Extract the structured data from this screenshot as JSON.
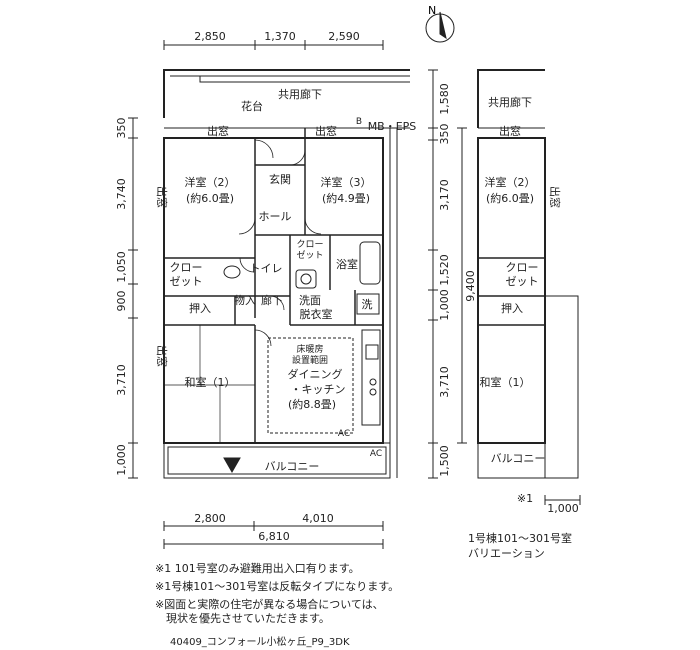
{
  "dims": {
    "top": [
      "2,850",
      "1,370",
      "2,590"
    ],
    "bottom": [
      "2,800",
      "4,010"
    ],
    "bottom_total": "6,810",
    "left": [
      "350",
      "3,740",
      "1,050",
      "900",
      "3,710",
      "1,000"
    ],
    "middle": [
      "1,580",
      "350",
      "3,170",
      "1,520",
      "1,000",
      "3,710",
      "1,500"
    ],
    "middle_total": "9,400",
    "variation_bottom": "1,000"
  },
  "rooms": {
    "corridor": "共用廊下",
    "hanadai": "花台",
    "demado1": "出窓",
    "demado2": "出窓",
    "demado3": "出窓",
    "demado4": "出窓",
    "mbeps": "MB・EPS",
    "mb_b": "B",
    "western2_a": "洋室（2）",
    "western2_b": "(約6.0畳)",
    "genkan": "玄関",
    "hall": "ホール",
    "western3_a": "洋室（3）",
    "western3_b": "(約4.9畳)",
    "closet_a": "クロー",
    "closet_b": "ゼット",
    "closet2_a": "クロー",
    "closet2_b": "ゼット",
    "toilet": "トイレ",
    "bath": "浴室",
    "oshiire": "押入",
    "monoire": "物入",
    "rouka": "廊下",
    "senmen_a": "洗面",
    "senmen_b": "脱衣室",
    "sen": "洗",
    "floorheat_a": "床暖房",
    "floorheat_b": "設置範囲",
    "washitsu": "和室（1）",
    "dk_a": "ダイニング",
    "dk_b": "・キッチン",
    "dk_c": "(約8.8畳)",
    "ac1": "AC",
    "ac2": "AC",
    "balcony": "バルコニー"
  },
  "variation": {
    "corridor": "共用廊下",
    "demado_top": "出窓",
    "demado_side": "出窓",
    "western2_a": "洋室（2）",
    "western2_b": "(約6.0畳)",
    "closet_a": "クロー",
    "closet_b": "ゼット",
    "oshiire": "押入",
    "washitsu": "和室（1）",
    "balcony": "バルコニー",
    "mark": "※1",
    "caption1": "1号棟101～301号室",
    "caption2": "バリエーション"
  },
  "notes": [
    "※1 101号室のみ避難用出入口有ります。",
    "※1号棟101～301号室は反転タイプになります。",
    "※図面と実際の住宅が異なる場合については、",
    "　現状を優先させていただきます。"
  ],
  "footer": "40409_コンフォール小松ヶ丘_P9_3DK",
  "north": "N"
}
